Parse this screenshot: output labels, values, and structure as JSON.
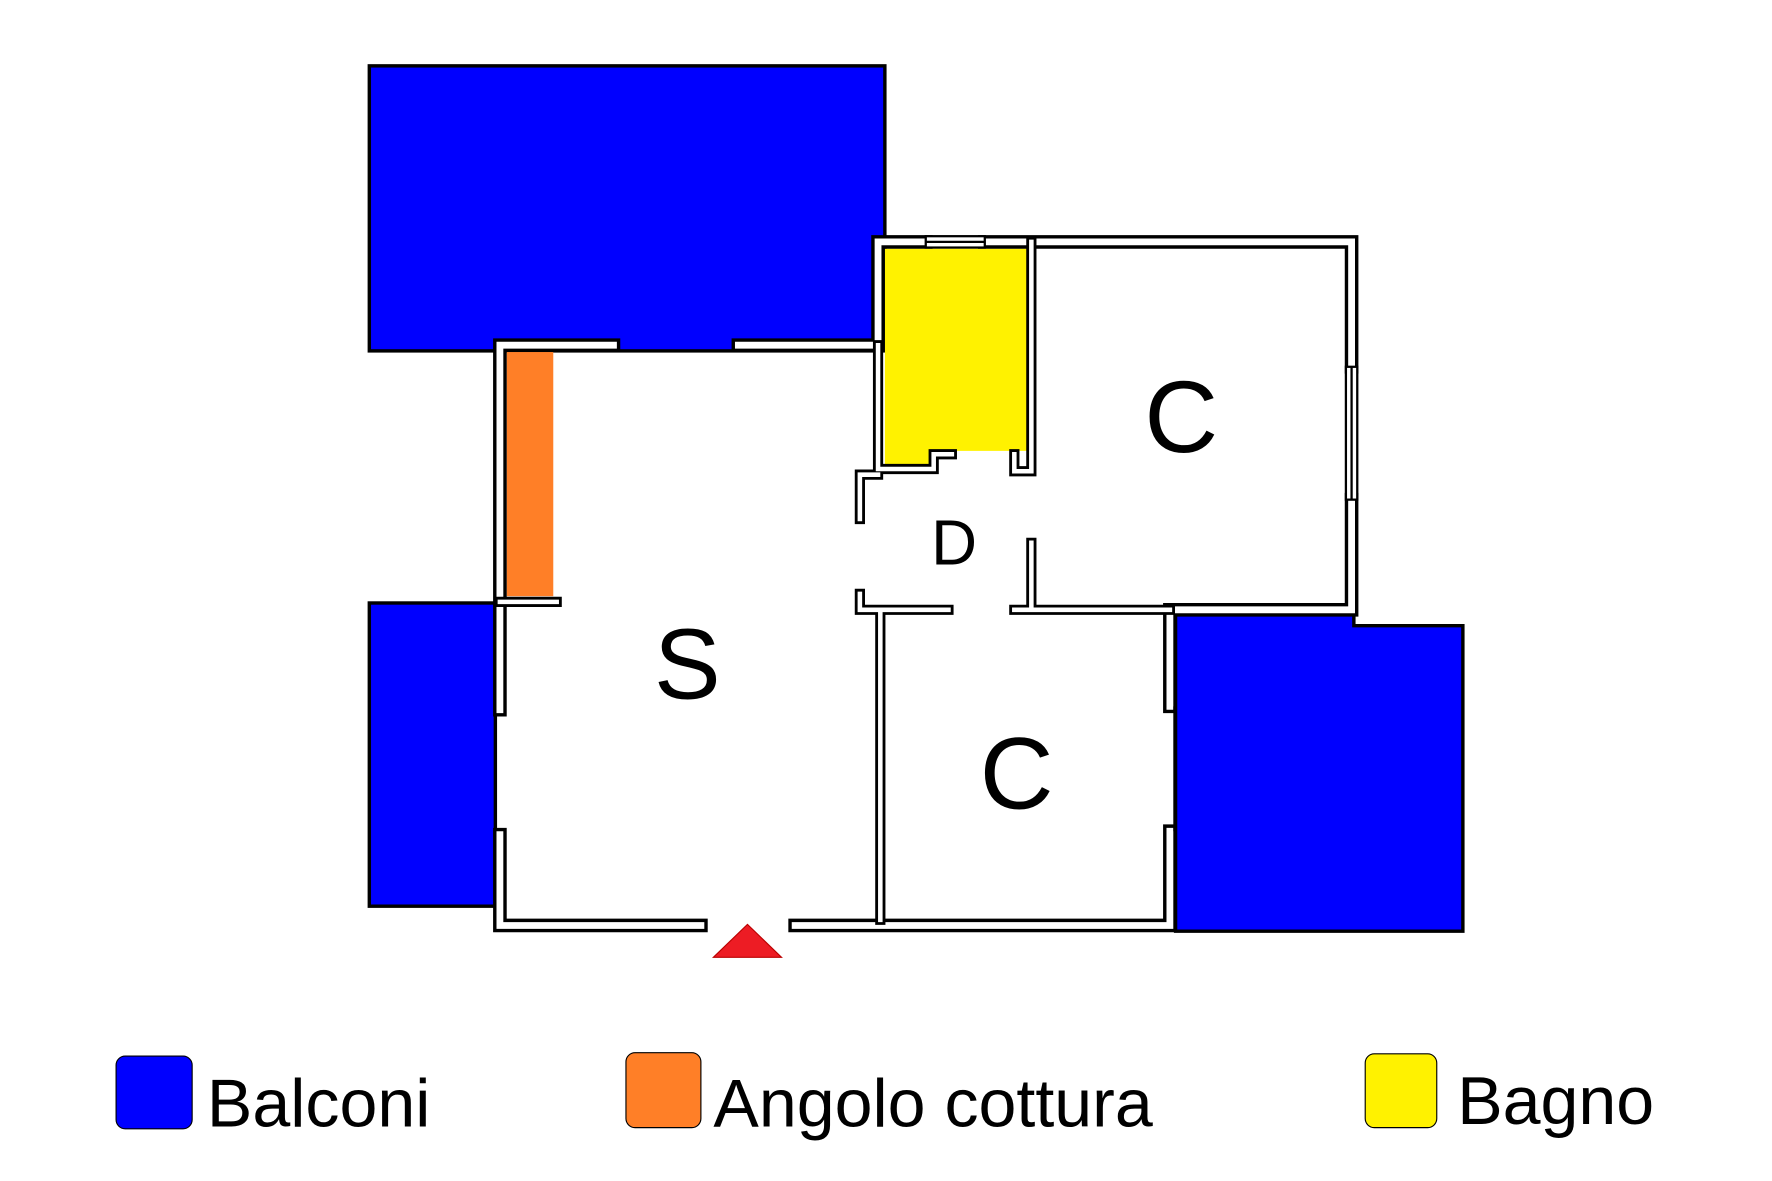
{
  "colors": {
    "balconi": "#0000FF",
    "angolo_cottura": "#FF7F27",
    "bagno": "#FFF200",
    "entrance": "#ED1C24"
  },
  "rooms": {
    "soggiorno": "S",
    "camera_1": "C",
    "camera_2": "C",
    "disimpegno": "D"
  },
  "legend": [
    {
      "label": "Balconi",
      "color": "#0000FF"
    },
    {
      "label": "Angolo cottura",
      "color": "#FF7F27"
    },
    {
      "label": "Bagno",
      "color": "#FFF200"
    }
  ]
}
